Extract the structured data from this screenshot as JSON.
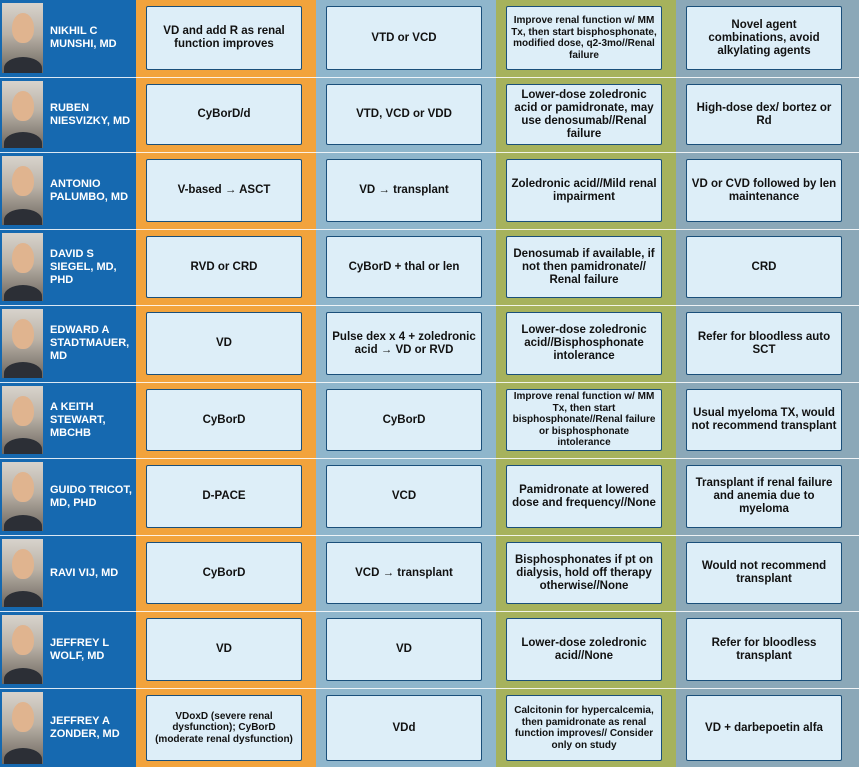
{
  "colors": {
    "name_column": "#1669b0",
    "column_1": "#f2a33c",
    "column_2": "#8fb6cc",
    "column_3": "#a6b25c",
    "column_4": "#8ba8b8",
    "cell_fill": "#ddeef8",
    "cell_border": "#1a4f7a"
  },
  "rows": [
    {
      "name": "NIKHIL C MUNSHI, MD",
      "c1": "VD and add R as renal function improves",
      "c2": "VTD or VCD",
      "c3": "Improve renal function w/ MM Tx, then start bisphosphonate, modified dose, q2-3mo//Renal failure",
      "c4": "Novel agent combinations, avoid alkylating agents"
    },
    {
      "name": "RUBEN NIESVIZKY, MD",
      "c1": "CyBorD/d",
      "c2": "VTD, VCD or VDD",
      "c3": "Lower-dose zoledronic acid or pamidronate, may use denosumab//Renal failure",
      "c4": "High-dose dex/ bortez or Rd"
    },
    {
      "name": "ANTONIO PALUMBO, MD",
      "c1": "V-based → ASCT",
      "c2": "VD → transplant",
      "c3": "Zoledronic acid//Mild renal impairment",
      "c4": "VD or CVD followed by len maintenance"
    },
    {
      "name": "DAVID S SIEGEL, MD, PHD",
      "c1": "RVD or CRD",
      "c2": "CyBorD + thal or len",
      "c3": "Denosumab if available, if not then pamidronate// Renal failure",
      "c4": "CRD"
    },
    {
      "name": "EDWARD A STADTMAUER, MD",
      "c1": "VD",
      "c2": "Pulse dex x 4 + zoledronic acid → VD or RVD",
      "c3": "Lower-dose zoledronic acid//Bisphosphonate intolerance",
      "c4": "Refer for bloodless auto SCT"
    },
    {
      "name": "A KEITH STEWART, MBCHB",
      "c1": "CyBorD",
      "c2": "CyBorD",
      "c3": "Improve renal function w/ MM Tx, then start bisphosphonate//Renal failure or bisphosphonate intolerance",
      "c4": "Usual myeloma TX, would not recommend transplant"
    },
    {
      "name": "GUIDO TRICOT, MD, PHD",
      "c1": "D-PACE",
      "c2": "VCD",
      "c3": "Pamidronate at lowered dose and frequency//None",
      "c4": "Transplant if renal failure and anemia due to myeloma"
    },
    {
      "name": "RAVI VIJ, MD",
      "c1": "CyBorD",
      "c2": "VCD → transplant",
      "c3": "Bisphosphonates if pt on dialysis, hold off therapy otherwise//None",
      "c4": "Would not recommend transplant"
    },
    {
      "name": "JEFFREY L WOLF, MD",
      "c1": "VD",
      "c2": "VD",
      "c3": "Lower-dose zoledronic acid//None",
      "c4": "Refer for bloodless transplant"
    },
    {
      "name": "JEFFREY A ZONDER, MD",
      "c1": "VDoxD (severe renal dysfunction); CyBorD (moderate renal dysfunction)",
      "c2": "VDd",
      "c3": "Calcitonin for hypercalcemia, then pamidronate as renal function improves// Consider only on study",
      "c4": "VD + darbepoetin alfa"
    }
  ]
}
